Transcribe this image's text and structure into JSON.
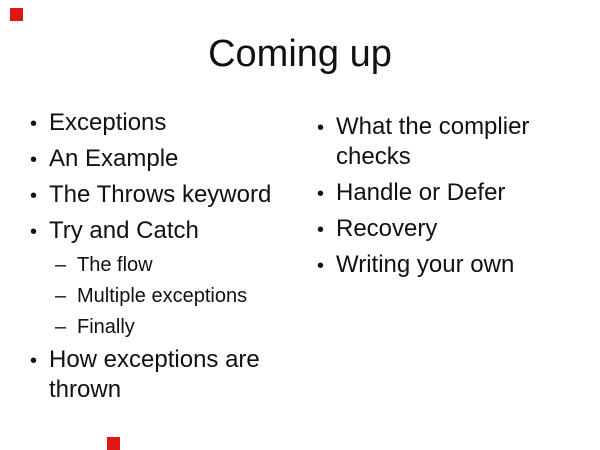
{
  "slide": {
    "title": "Coming up",
    "bullet_glyph": "•",
    "sub_bullet_glyph": "–",
    "left_column": {
      "items": [
        {
          "label": "Exceptions",
          "level": 1
        },
        {
          "label": "An Example",
          "level": 1
        },
        {
          "label": "The Throws keyword",
          "level": 1
        },
        {
          "label": "Try and Catch",
          "level": 1
        },
        {
          "label": "The flow",
          "level": 2
        },
        {
          "label": "Multiple exceptions",
          "level": 2
        },
        {
          "label": "Finally",
          "level": 2
        },
        {
          "label": "How exceptions are thrown",
          "level": 1
        }
      ]
    },
    "right_column": {
      "items": [
        {
          "label": "What the complier checks",
          "level": 1
        },
        {
          "label": "Handle or Defer",
          "level": 1
        },
        {
          "label": "Recovery",
          "level": 1
        },
        {
          "label": "Writing your own",
          "level": 1
        }
      ]
    },
    "colors": {
      "background": "#ffffff",
      "text": "#111111",
      "red_marker": "#e01518"
    }
  }
}
